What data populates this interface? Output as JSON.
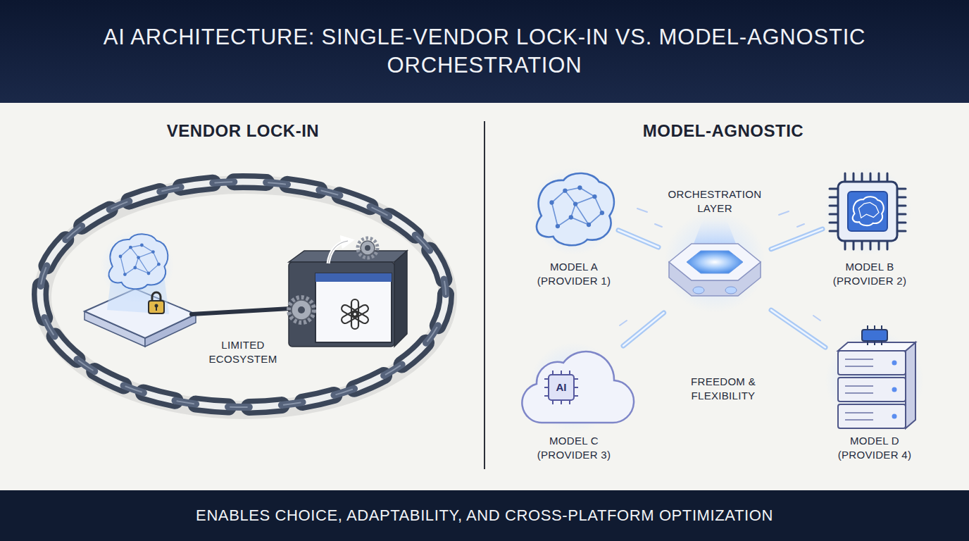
{
  "diagram": {
    "title": "AI ARCHITECTURE: SINGLE-VENDOR LOCK-IN VS. MODEL-AGNOSTIC ORCHESTRATION",
    "caption": "ENABLES CHOICE, ADAPTABILITY, AND CROSS-PLATFORM OPTIMIZATION",
    "nodes": [
      {
        "text": [
          "ORCHESTRATION LAYER"
        ]
      },
      {
        "text": [
          "MODEL A (PROVIDER 1)"
        ]
      },
      {
        "text": [
          "MODEL B (PROVIDER 2)"
        ]
      },
      {
        "text": [
          "MODEL C (PROVIDER 3)"
        ]
      },
      {
        "text": [
          "MODEL D (PROVIDER 4)"
        ]
      }
    ],
    "edges": [
      {
        "from": 0,
        "to": 1,
        "arrow": "none"
      },
      {
        "from": 0,
        "to": 2,
        "arrow": "none"
      },
      {
        "from": 0,
        "to": 3,
        "arrow": "none"
      },
      {
        "from": 0,
        "to": 4,
        "arrow": "none"
      }
    ],
    "labels": [
      "VENDOR LOCK-IN",
      "MODEL-AGNOSTIC",
      "LIMITED ECOSYSTEM",
      "FREEDOM & FLEXIBILITY",
      "AI"
    ]
  }
}
